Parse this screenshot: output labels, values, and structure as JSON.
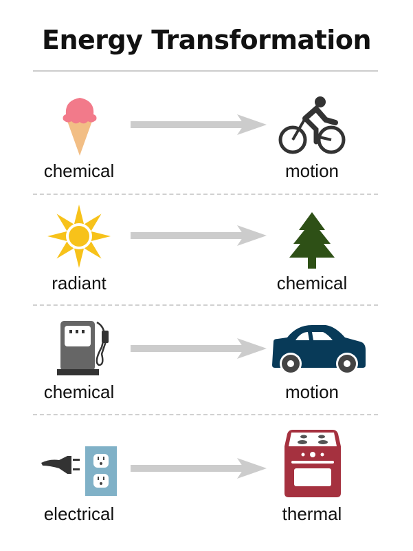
{
  "title": "Energy Transformation",
  "rows": [
    {
      "from": {
        "label": "chemical",
        "icon": "ice-cream-icon"
      },
      "to": {
        "label": "motion",
        "icon": "bicycle-icon"
      }
    },
    {
      "from": {
        "label": "radiant",
        "icon": "sun-icon"
      },
      "to": {
        "label": "chemical",
        "icon": "tree-icon"
      }
    },
    {
      "from": {
        "label": "chemical",
        "icon": "gas-pump-icon"
      },
      "to": {
        "label": "motion",
        "icon": "car-icon"
      }
    },
    {
      "from": {
        "label": "electrical",
        "icon": "plug-outlet-icon"
      },
      "to": {
        "label": "thermal",
        "icon": "stove-icon"
      }
    }
  ],
  "colors": {
    "arrow": "#cccccc",
    "car": "#083a58",
    "stove": "#a5313f",
    "tree": "#2e5016",
    "sun": "#f7c21a",
    "outlet": "#80b1c7",
    "icecream": "#f27a8a",
    "cone": "#f2be85"
  }
}
